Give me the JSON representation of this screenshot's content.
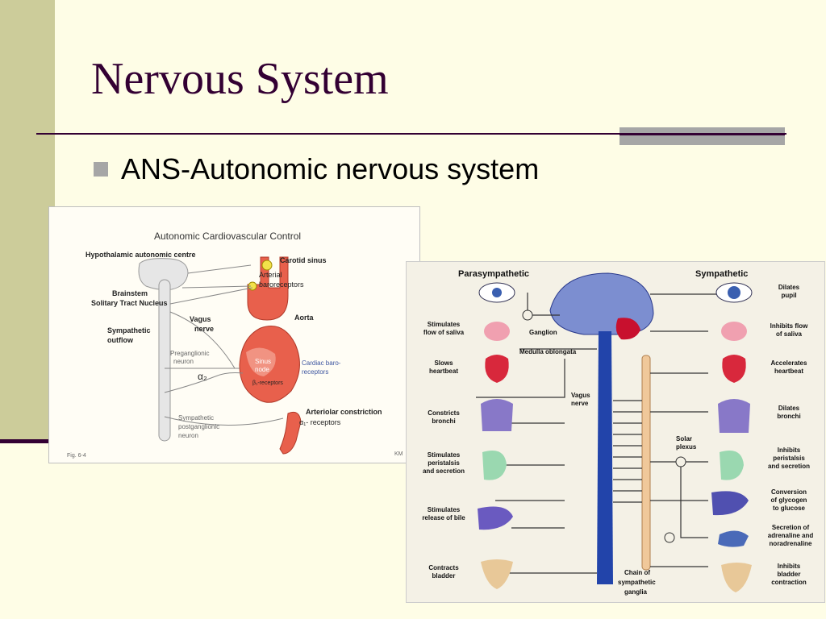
{
  "slide": {
    "title": "Nervous System",
    "bullet": "ANS-Autonomic nervous system"
  },
  "figure1": {
    "title": "Autonomic Cardiovascular Control",
    "labels": {
      "hypothalamic": "Hypothalamic autonomic centre",
      "carotid": "Carotid sinus",
      "arterial": "Arterial",
      "baroreceptors": "baroreceptors",
      "brainstem": "Brainstem",
      "solitary": "Solitary Tract Nucleus",
      "aorta": "Aorta",
      "vagus": "Vagus",
      "nerve": "nerve",
      "sympathetic": "Sympathetic",
      "outflow": "outflow",
      "preganglionic": "Preganglionic",
      "neuron": "neuron",
      "sinus": "Sinus",
      "node": "node",
      "cardiac_baro": "Cardiac baro-",
      "receptors": "receptors",
      "alpha2": "α₂",
      "beta_receptors": "β₁-receptors",
      "arteriolar": "Arteriolar constriction",
      "alpha1_receptors": "α₁- receptors",
      "symp_post_1": "Sympathetic",
      "symp_post_2": "postganglionic",
      "symp_post_3": "neuron",
      "fig": "Fig. 6-4",
      "corner": "KM"
    }
  },
  "figure2": {
    "parasympathetic": "Parasympathetic",
    "sympathetic": "Sympathetic",
    "ganglion": "Ganglion",
    "medulla": "Medulla oblongata",
    "vagus_1": "Vagus",
    "vagus_2": "nerve",
    "solar_1": "Solar",
    "solar_2": "plexus",
    "chain_1": "Chain of",
    "chain_2": "sympathetic",
    "chain_3": "ganglia",
    "left": [
      [
        "Stimulates",
        "flow of saliva"
      ],
      [
        "Slows",
        "heartbeat"
      ],
      [
        "Constricts",
        "bronchi"
      ],
      [
        "Stimulates",
        "peristalsis",
        "and secretion"
      ],
      [
        "Stimulates",
        "release of bile"
      ],
      [
        "Contracts",
        "bladder"
      ]
    ],
    "right": [
      [
        "Dilates",
        "pupil"
      ],
      [
        "Inhibits flow",
        "of saliva"
      ],
      [
        "Accelerates",
        "heartbeat"
      ],
      [
        "Dilates",
        "bronchi"
      ],
      [
        "Inhibits",
        "peristalsis",
        "and secretion"
      ],
      [
        "Conversion",
        "of glycogen",
        "to glucose"
      ],
      [
        "Secretion of",
        "adrenaline and",
        "noradrenaline"
      ],
      [
        "Inhibits",
        "bladder",
        "contraction"
      ]
    ]
  }
}
